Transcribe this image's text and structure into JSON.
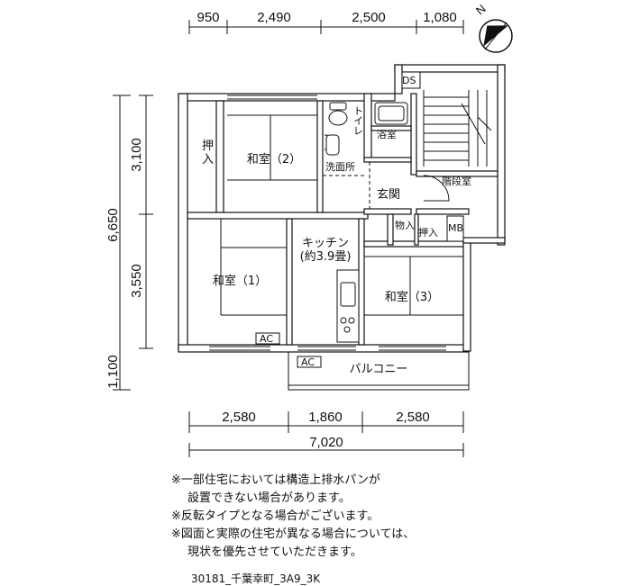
{
  "dimensions": {
    "top": [
      "950",
      "2,490",
      "2,500",
      "1,080"
    ],
    "left": [
      "6,650",
      "3,100",
      "3,550",
      "1,100"
    ],
    "bottom": [
      "2,580",
      "1,860",
      "2,580"
    ],
    "bottom_total": "7,020"
  },
  "rooms": {
    "washitsu2": "和室（2）",
    "washitsu1": "和室（1）",
    "washitsu3": "和室（3）",
    "oshiire_left": "押入",
    "kitchen_line1": "キッチン",
    "kitchen_line2": "(約3.9畳)",
    "toilet": "トイレ",
    "bathroom": "浴室",
    "washroom": "洗面所",
    "entrance": "玄関",
    "stairwell": "階段室",
    "mono": "物入",
    "oshiire_right": "押入",
    "mb": "MB",
    "ds": "DS",
    "ac1": "AC",
    "ac2": "AC",
    "balcony": "バルコニー"
  },
  "notes": [
    "※一部住宅においては構造上排水パンが",
    "設置できない場合があります。",
    "※反転タイプとなる場合がございます。",
    "※図面と実際の住宅が異なる場合については、",
    "現状を優先させていただきます。"
  ],
  "plan_code": "30181_千葉幸町_3A9_3K",
  "compass": "N"
}
